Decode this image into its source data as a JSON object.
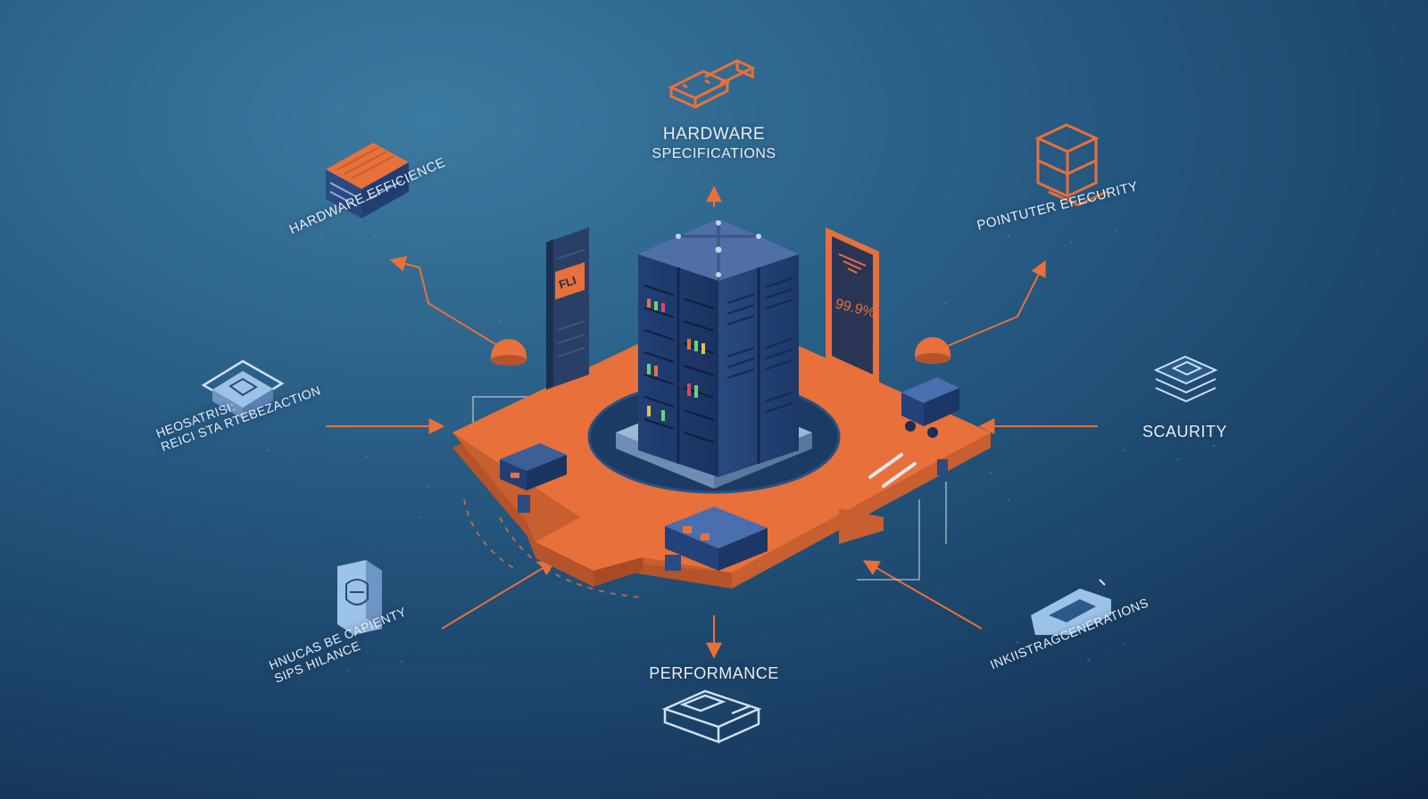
{
  "colors": {
    "background_top_left": "#2f6a8e",
    "background_bottom_right": "#112a4c",
    "accent_orange": "#e8703a",
    "server_navy": "#1f3a6e",
    "server_top": "#4f6fa6",
    "label_text": "#e6eef6",
    "icon_light_blue": "#9cc2e8"
  },
  "labels": {
    "hardware_specifications_line1": "HARDWARE",
    "hardware_specifications_line2": "SPECIFICATIONS",
    "hardware_efficience": "HARDWARE EFFICIENCE",
    "pointuter_efecurity": "POINTUTER EFECURITY",
    "scaurity": "SCAURITY",
    "left_mid_line1": "HEOSATRISI:",
    "left_mid_line2": "REICI STA RTEBEZACTION",
    "bottom_left_line1": "HNUCAS BE CAPIENTY",
    "bottom_left_line2": "SIPS HILANCE",
    "performance": "PERFORMANCE",
    "bottom_right": "INKIISTRAGCENERATIONS",
    "panel_flag_text": "FLI",
    "display_percent": "99.9%"
  },
  "icons": {
    "top": "stacked-boards-icon",
    "top_left": "server-tray-icon",
    "top_right": "orange-cube-icon",
    "right": "layered-chip-icon",
    "left_mid": "chip-card-icon",
    "bottom_left": "document-shield-icon",
    "bottom": "rack-outline-icon",
    "bottom_right": "connector-bracket-icon"
  }
}
